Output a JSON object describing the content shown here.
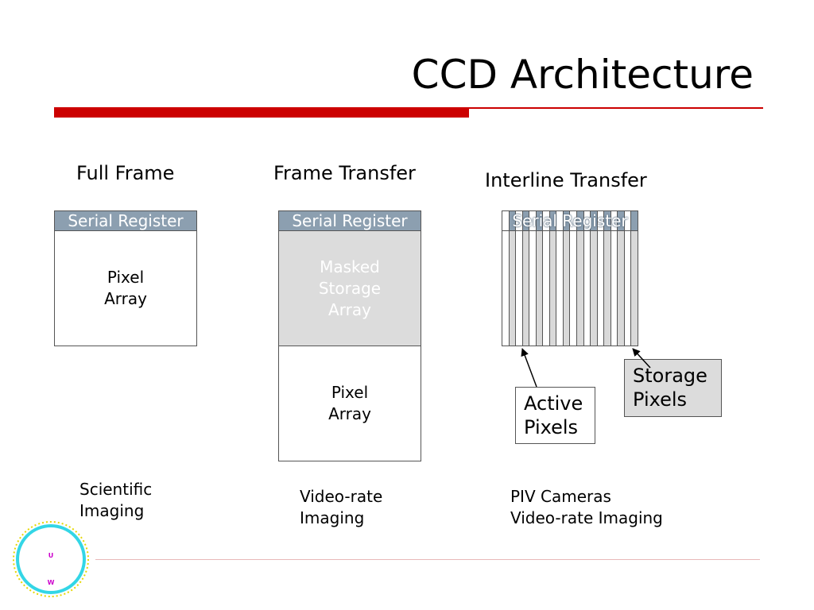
{
  "slide": {
    "title": "CCD Architecture"
  },
  "columns": {
    "full_frame": {
      "heading": "Full Frame",
      "register": "Serial Register",
      "pixel_array": "Pixel\nArray",
      "caption": "Scientific\nImaging"
    },
    "frame_transfer": {
      "heading": "Frame Transfer",
      "register": "Serial Register",
      "storage_array": "Masked\nStorage\nArray",
      "pixel_array": "Pixel\nArray",
      "caption": "Video-rate\nImaging"
    },
    "interline_transfer": {
      "heading": "Interline Transfer",
      "register": "Serial Register",
      "active_label": "Active\nPixels",
      "storage_label": "Storage\nPixels",
      "caption": "PIV Cameras\nVideo-rate Imaging"
    }
  },
  "logo": {
    "letters": [
      "U",
      "W"
    ]
  },
  "colors": {
    "title_bar": "#cc0000",
    "register_fill": "#8c9fb0",
    "storage_fill": "#dcdcdc",
    "stripe_dark": "#d9d9d9",
    "rule": "#e8b8b8",
    "logo_ring": "#33d6e6",
    "logo_text": "#e6d600",
    "logo_letters": "#cc00cc"
  }
}
